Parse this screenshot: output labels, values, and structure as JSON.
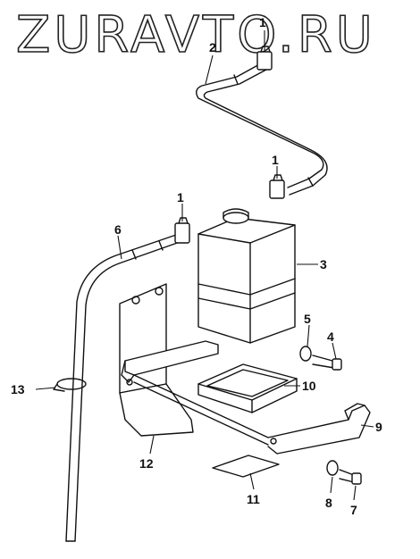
{
  "watermark": "ZURAVTO.RU",
  "callouts": {
    "c1a": "1",
    "c1b": "1",
    "c1c": "1",
    "c2": "2",
    "c3": "3",
    "c4": "4",
    "c5": "5",
    "c6": "6",
    "c7": "7",
    "c8": "8",
    "c9": "9",
    "c10": "10",
    "c11": "11",
    "c12": "12",
    "c13": "13"
  },
  "colors": {
    "line": "#111111",
    "background": "#ffffff"
  }
}
